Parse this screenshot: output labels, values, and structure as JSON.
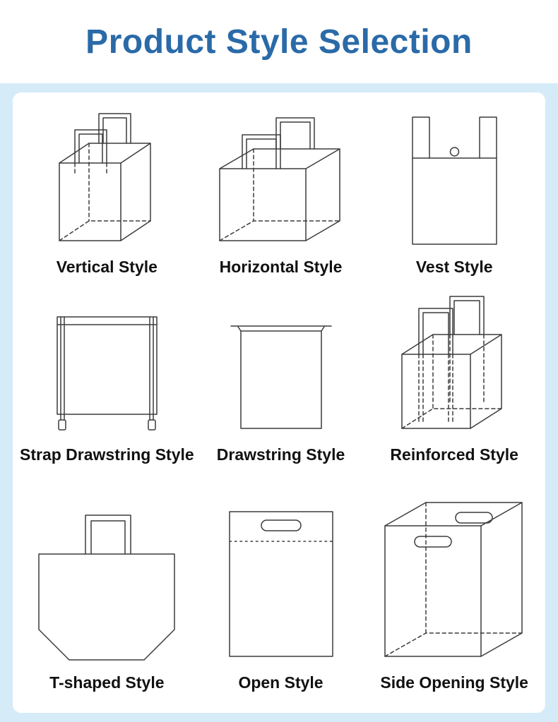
{
  "header": {
    "title": "Product Style Selection"
  },
  "styles": [
    {
      "label": "Vertical Style",
      "icon": "vertical-tote-bag-icon"
    },
    {
      "label": "Horizontal Style",
      "icon": "horizontal-tote-bag-icon"
    },
    {
      "label": "Vest Style",
      "icon": "vest-bag-icon"
    },
    {
      "label": "Strap Drawstring Style",
      "icon": "strap-drawstring-bag-icon"
    },
    {
      "label": "Drawstring Style",
      "icon": "drawstring-bag-icon"
    },
    {
      "label": "Reinforced Style",
      "icon": "reinforced-bag-icon"
    },
    {
      "label": "T-shaped Style",
      "icon": "t-shaped-bag-icon"
    },
    {
      "label": "Open Style",
      "icon": "open-bag-icon"
    },
    {
      "label": "Side Opening Style",
      "icon": "side-opening-bag-icon"
    }
  ],
  "colors": {
    "background": "#d5ecf8",
    "card": "#ffffff",
    "title": "#2a6aa8",
    "line": "#3b3b3b",
    "label": "#111111"
  }
}
